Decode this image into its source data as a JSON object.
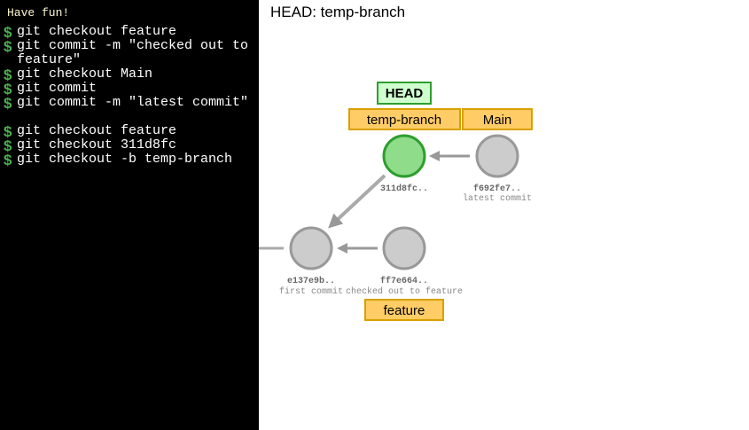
{
  "terminal": {
    "intro": "Have fun!",
    "prompt_symbol": "$",
    "commands": [
      "git checkout feature",
      "git commit -m \"checked out to feature\"",
      "git checkout Main",
      "git commit",
      "git commit -m \"latest commit\"",
      "git checkout feature",
      "git checkout 311d8fc",
      "git checkout -b temp-branch"
    ]
  },
  "header": {
    "title": "HEAD: temp-branch"
  },
  "graph": {
    "head_label": "HEAD",
    "branches": {
      "temp_branch": "temp-branch",
      "main": "Main",
      "feature": "feature"
    },
    "commits": {
      "c311": {
        "id": "311d8fc..",
        "message": ""
      },
      "cf69": {
        "id": "f692fe7..",
        "message": "latest commit"
      },
      "ce13": {
        "id": "e137e9b..",
        "message": "first commit"
      },
      "cff7": {
        "id": "ff7e664..",
        "message": "checked out to feature"
      }
    },
    "colors": {
      "head_commit_fill": "#8fdc8a",
      "head_commit_stroke": "#2e9e2e",
      "commit_fill": "#cccccc",
      "commit_stroke": "#999999",
      "branch_fill": "#ffcc66",
      "branch_stroke": "#d9a000",
      "head_fill": "#cfffcf",
      "head_stroke": "#2e9e2e",
      "arrow": "#999999"
    }
  }
}
